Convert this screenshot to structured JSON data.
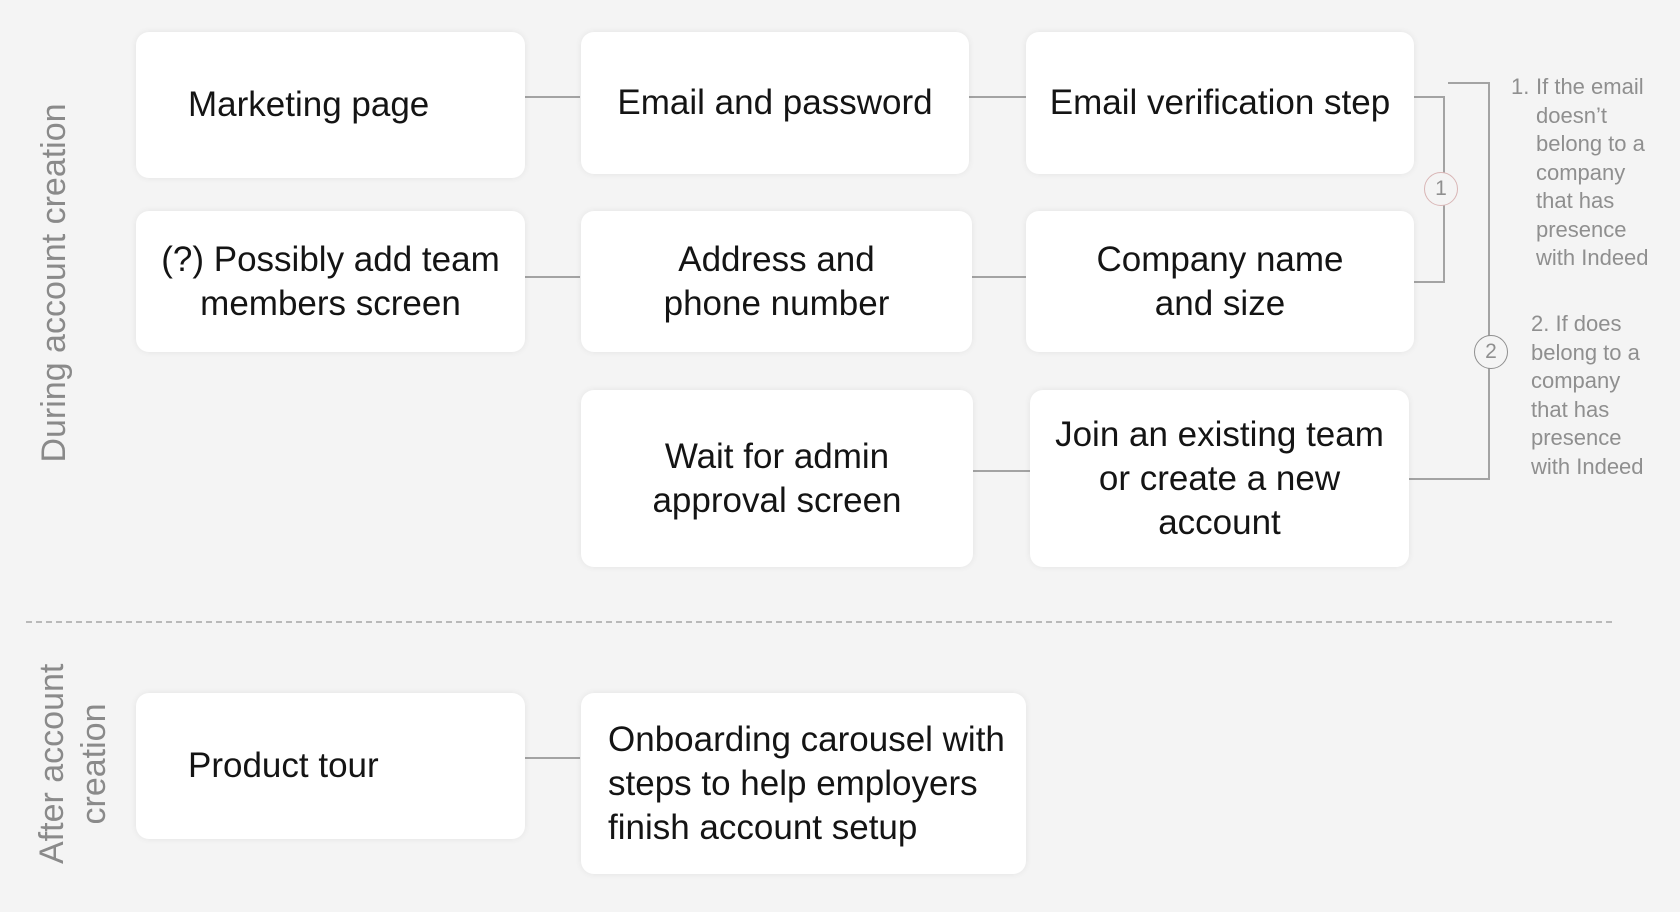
{
  "sections": {
    "during": "During account creation",
    "after_line1": "After account",
    "after_line2": "creation"
  },
  "boxes": {
    "marketing": "Marketing page",
    "email_password": "Email and password",
    "email_verification": "Email verification step",
    "team_members_line1": "(?) Possibly add team",
    "team_members_line2": "members screen",
    "address_line1": "Address and",
    "address_line2": "phone number",
    "company_line1": "Company name",
    "company_line2": "and size",
    "wait_line1": "Wait for admin",
    "wait_line2": "approval screen",
    "join_line1": "Join an existing team",
    "join_line2": "or create a new",
    "join_line3": "account",
    "product_tour": "Product tour",
    "onboarding_line1": "Onboarding carousel with",
    "onboarding_line2": "steps to help employers",
    "onboarding_line3": "finish account setup"
  },
  "badges": {
    "one": "1",
    "two": "2"
  },
  "notes": {
    "one": {
      "num": "1.",
      "lines": [
        "If the email",
        "doesn’t",
        "belong to a",
        "company",
        "that has",
        "presence",
        "with Indeed"
      ]
    },
    "two": {
      "lines": [
        "2. If does",
        "belong to a",
        "company",
        "that has",
        "presence",
        "with Indeed"
      ]
    }
  },
  "colors": {
    "background": "#f4f4f4",
    "box": "#ffffff",
    "connector": "#a3a3a3",
    "label": "#8a8a8a",
    "note": "#8f8f8f",
    "badge1_border": "#d9b6b6"
  }
}
